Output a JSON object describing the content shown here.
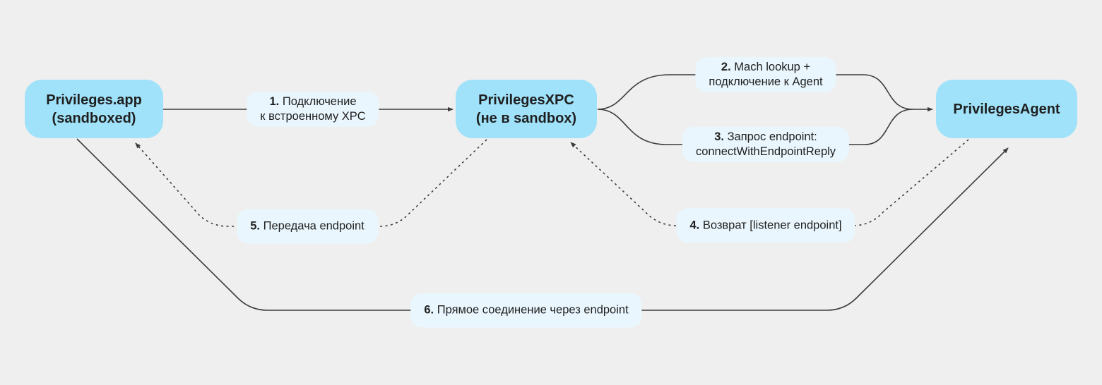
{
  "colors": {
    "background": "#EFEFEF",
    "node_fill": "#A0E2FA",
    "label_fill": "#E9F6FD",
    "line": "#3C3C3C",
    "text": "#1F1F1F"
  },
  "nodes": [
    {
      "id": "privileges-app",
      "label": "Privileges.app\n(sandboxed)"
    },
    {
      "id": "privileges-xpc",
      "label": "PrivilegesXPC\n(не в sandbox)"
    },
    {
      "id": "privileges-agent",
      "label": "PrivilegesAgent"
    }
  ],
  "steps": [
    {
      "num": "1.",
      "text": "Подключение\nк встроенному XPC",
      "line_style": "solid",
      "from": "privileges-app",
      "to": "privileges-xpc"
    },
    {
      "num": "2.",
      "text": "Mach lookup +\nподключение к Agent",
      "line_style": "solid",
      "from": "privileges-xpc",
      "to": "privileges-agent"
    },
    {
      "num": "3.",
      "text": "Запрос endpoint:\nconnectWithEndpointReply",
      "line_style": "solid",
      "from": "privileges-xpc",
      "to": "privileges-agent"
    },
    {
      "num": "4.",
      "text": "Возврат [listener endpoint]",
      "line_style": "dashed",
      "from": "privileges-agent",
      "to": "privileges-xpc"
    },
    {
      "num": "5.",
      "text": "Передача endpoint",
      "line_style": "dashed",
      "from": "privileges-xpc",
      "to": "privileges-app"
    },
    {
      "num": "6.",
      "text": "Прямое соединение через endpoint",
      "line_style": "solid",
      "from": "privileges-app",
      "to": "privileges-agent"
    }
  ]
}
